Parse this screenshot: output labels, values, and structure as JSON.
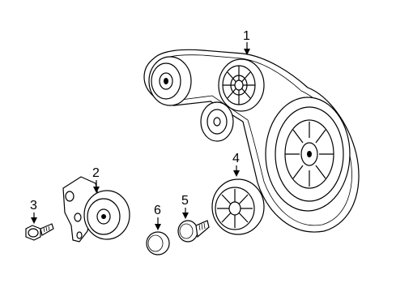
{
  "diagram": {
    "parts": [
      {
        "id": "belt",
        "callout": "1"
      },
      {
        "id": "tensioner",
        "callout": "2"
      },
      {
        "id": "bolt-small",
        "callout": "3"
      },
      {
        "id": "idler-pulley",
        "callout": "4"
      },
      {
        "id": "bolt-medium",
        "callout": "5"
      },
      {
        "id": "dust-cap",
        "callout": "6"
      }
    ]
  }
}
